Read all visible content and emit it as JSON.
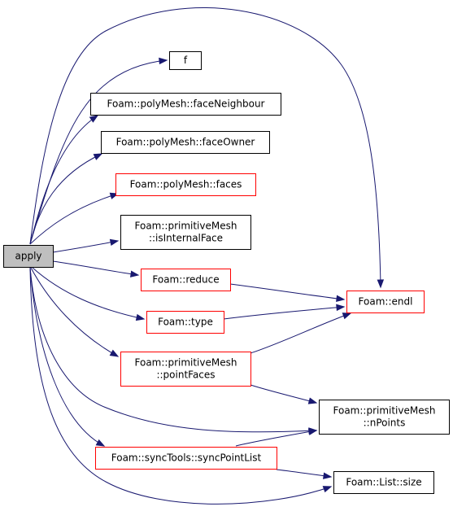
{
  "diagram": {
    "type": "call-graph",
    "colors": {
      "edge": "#191970",
      "node_border_default": "#000000",
      "node_border_link": "#ff0000",
      "node_fill_root": "#bfbfbf",
      "node_fill": "#ffffff"
    },
    "nodes": [
      {
        "id": "apply",
        "lines": [
          "apply"
        ],
        "style": "root"
      },
      {
        "id": "f",
        "lines": [
          "f"
        ],
        "style": "default"
      },
      {
        "id": "faceNeighbour",
        "lines": [
          "Foam::polyMesh::faceNeighbour"
        ],
        "style": "default"
      },
      {
        "id": "faceOwner",
        "lines": [
          "Foam::polyMesh::faceOwner"
        ],
        "style": "default"
      },
      {
        "id": "faces",
        "lines": [
          "Foam::polyMesh::faces"
        ],
        "style": "link"
      },
      {
        "id": "isInternalFace",
        "lines": [
          "Foam::primitiveMesh",
          "::isInternalFace"
        ],
        "style": "default"
      },
      {
        "id": "reduce",
        "lines": [
          "Foam::reduce"
        ],
        "style": "link"
      },
      {
        "id": "type",
        "lines": [
          "Foam::type"
        ],
        "style": "link"
      },
      {
        "id": "pointFaces",
        "lines": [
          "Foam::primitiveMesh",
          "::pointFaces"
        ],
        "style": "link"
      },
      {
        "id": "syncPointList",
        "lines": [
          "Foam::syncTools::syncPointList"
        ],
        "style": "link"
      },
      {
        "id": "endl",
        "lines": [
          "Foam::endl"
        ],
        "style": "link"
      },
      {
        "id": "nPoints",
        "lines": [
          "Foam::primitiveMesh",
          "::nPoints"
        ],
        "style": "default"
      },
      {
        "id": "size",
        "lines": [
          "Foam::List::size"
        ],
        "style": "default"
      }
    ],
    "edges": [
      {
        "from": "apply",
        "to": "f"
      },
      {
        "from": "apply",
        "to": "faceNeighbour"
      },
      {
        "from": "apply",
        "to": "faceOwner"
      },
      {
        "from": "apply",
        "to": "faces"
      },
      {
        "from": "apply",
        "to": "isInternalFace"
      },
      {
        "from": "apply",
        "to": "reduce"
      },
      {
        "from": "apply",
        "to": "type"
      },
      {
        "from": "apply",
        "to": "pointFaces"
      },
      {
        "from": "apply",
        "to": "syncPointList"
      },
      {
        "from": "apply",
        "to": "endl"
      },
      {
        "from": "apply",
        "to": "nPoints"
      },
      {
        "from": "apply",
        "to": "size"
      },
      {
        "from": "reduce",
        "to": "endl"
      },
      {
        "from": "type",
        "to": "endl"
      },
      {
        "from": "pointFaces",
        "to": "endl"
      },
      {
        "from": "pointFaces",
        "to": "nPoints"
      },
      {
        "from": "syncPointList",
        "to": "nPoints"
      },
      {
        "from": "syncPointList",
        "to": "size"
      }
    ]
  }
}
